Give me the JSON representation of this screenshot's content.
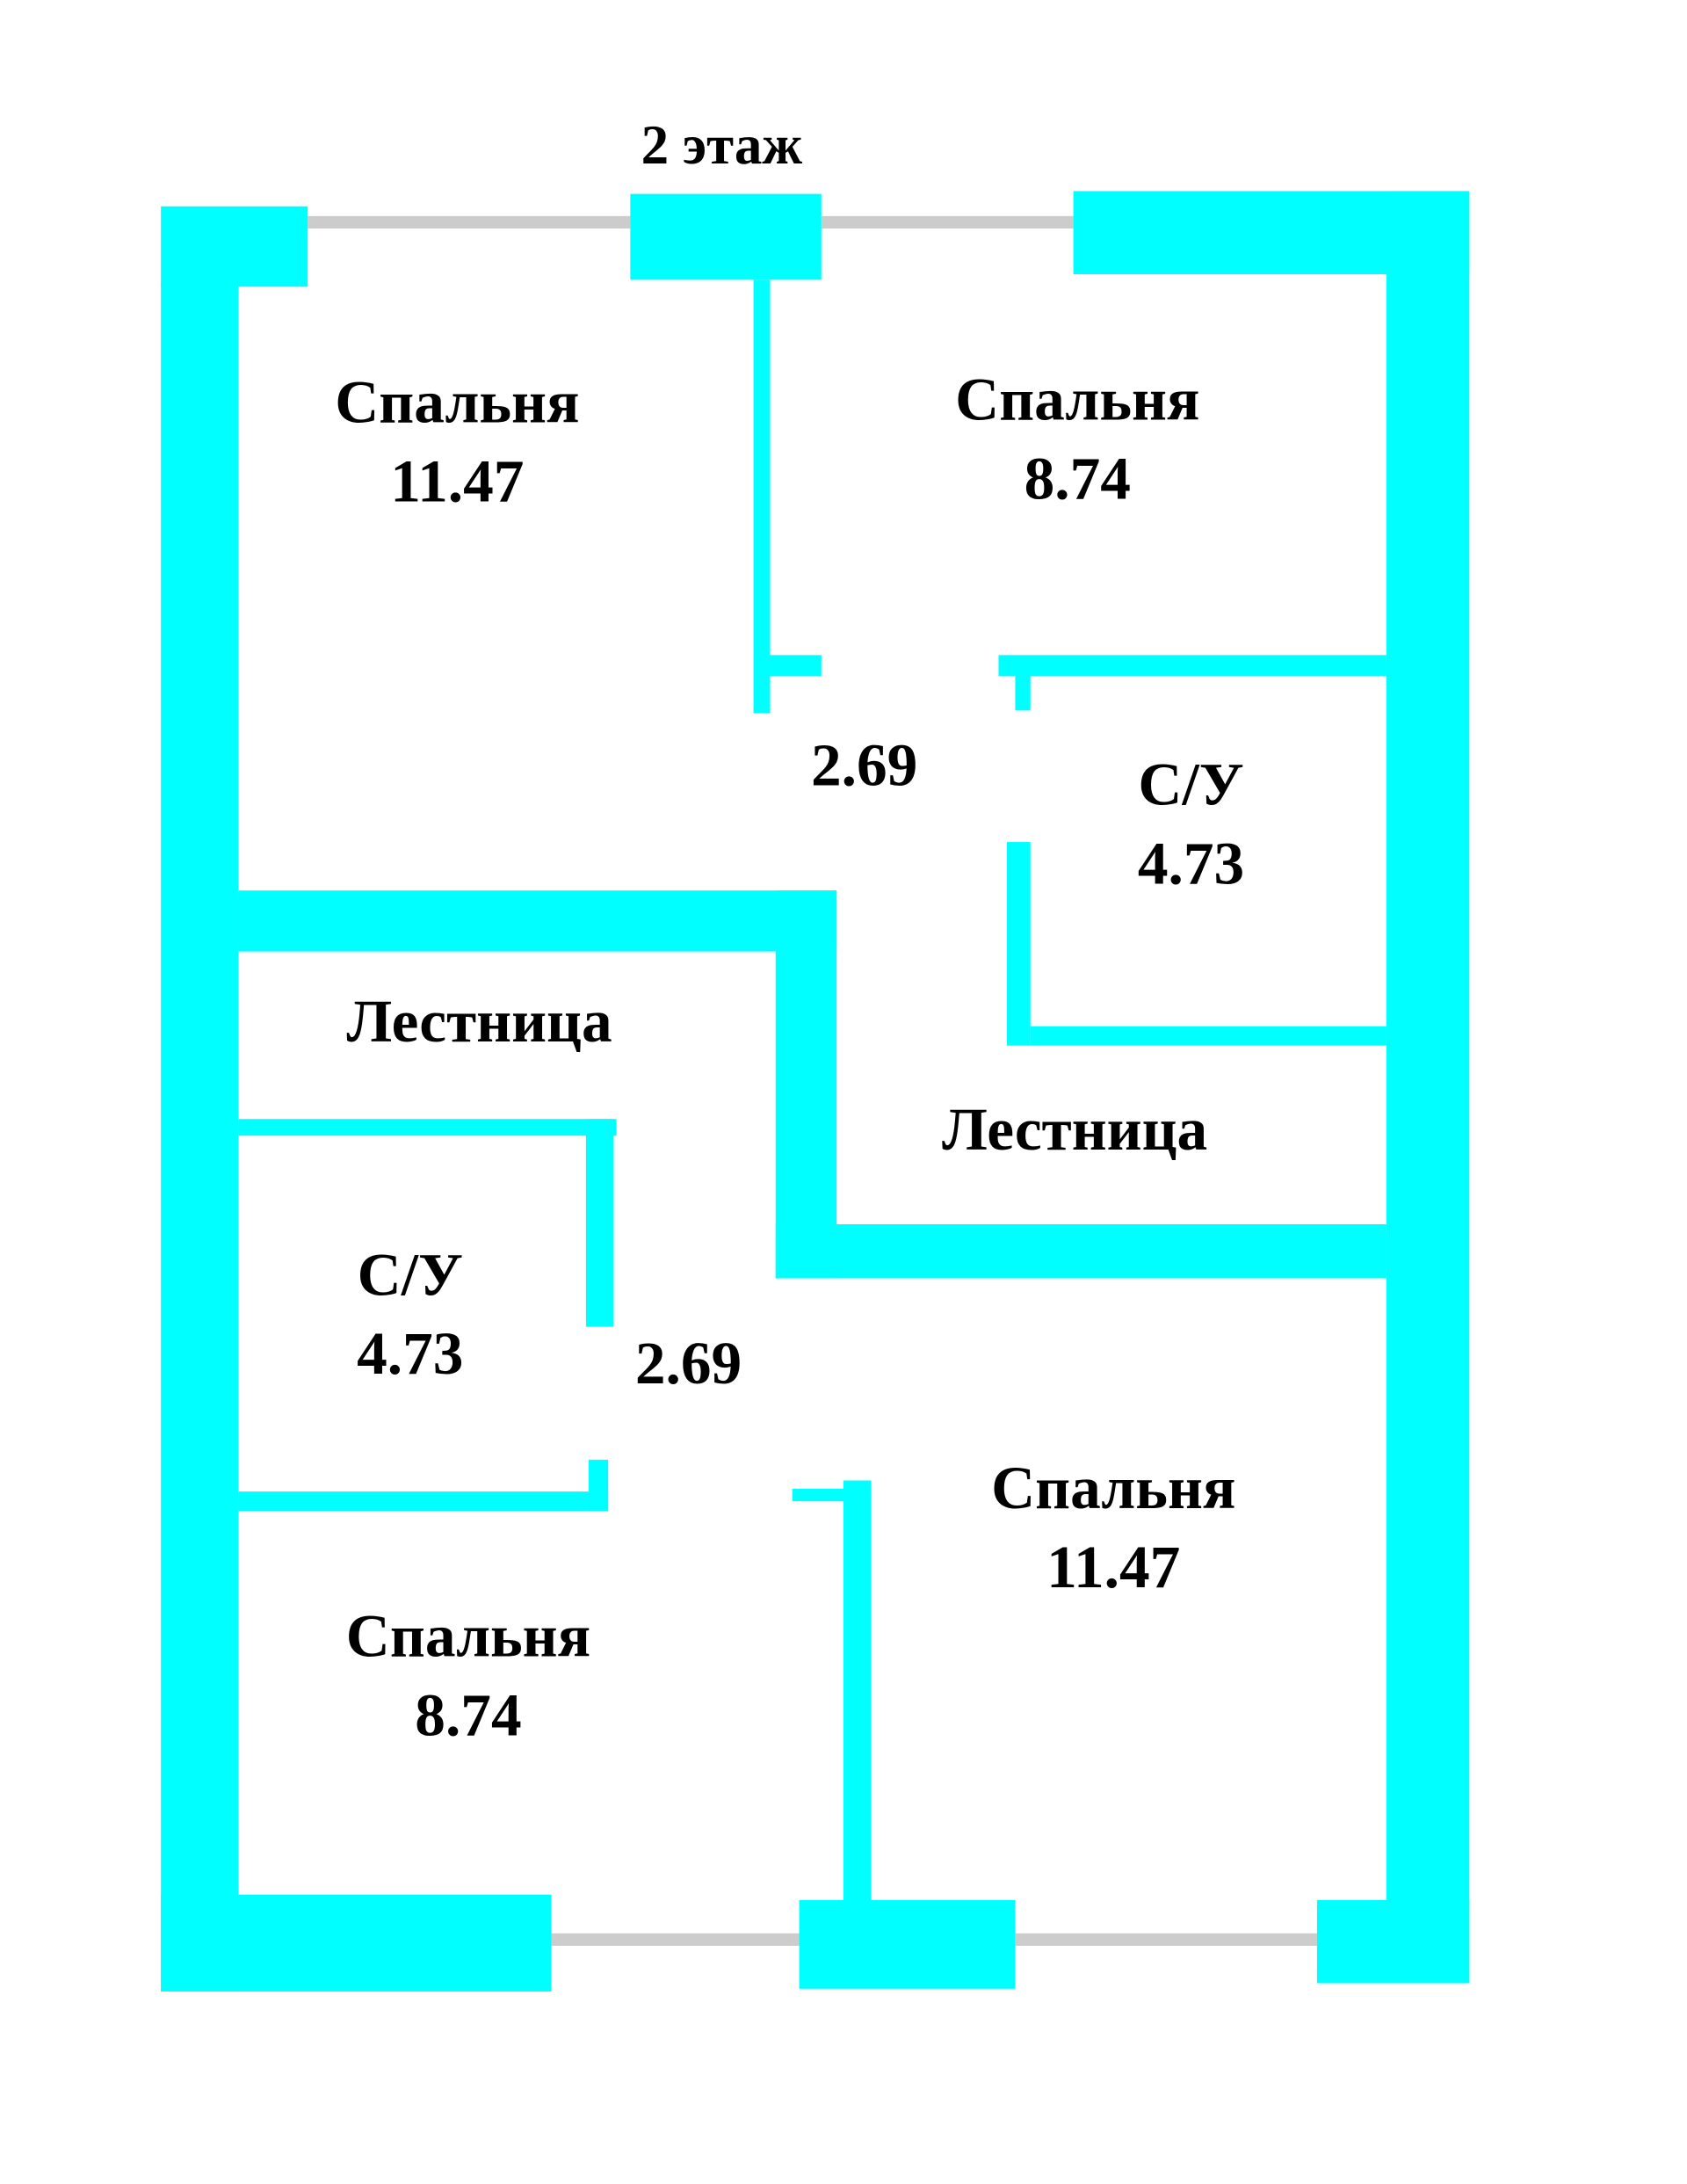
{
  "title": "2 этаж",
  "wall_color": "#00ffff",
  "window_color": "#cccccc",
  "rooms": [
    {
      "name": "Спальня",
      "area": "11.47"
    },
    {
      "name": "Спальня",
      "area": "8.74"
    },
    {
      "name": "",
      "area": "2.69"
    },
    {
      "name": "С/У",
      "area": "4.73"
    },
    {
      "name": "Лестница",
      "area": ""
    },
    {
      "name": "Лестница",
      "area": ""
    },
    {
      "name": "С/У",
      "area": "4.73"
    },
    {
      "name": "",
      "area": "2.69"
    },
    {
      "name": "Спальня",
      "area": "11.47"
    },
    {
      "name": "Спальня",
      "area": "8.74"
    }
  ]
}
